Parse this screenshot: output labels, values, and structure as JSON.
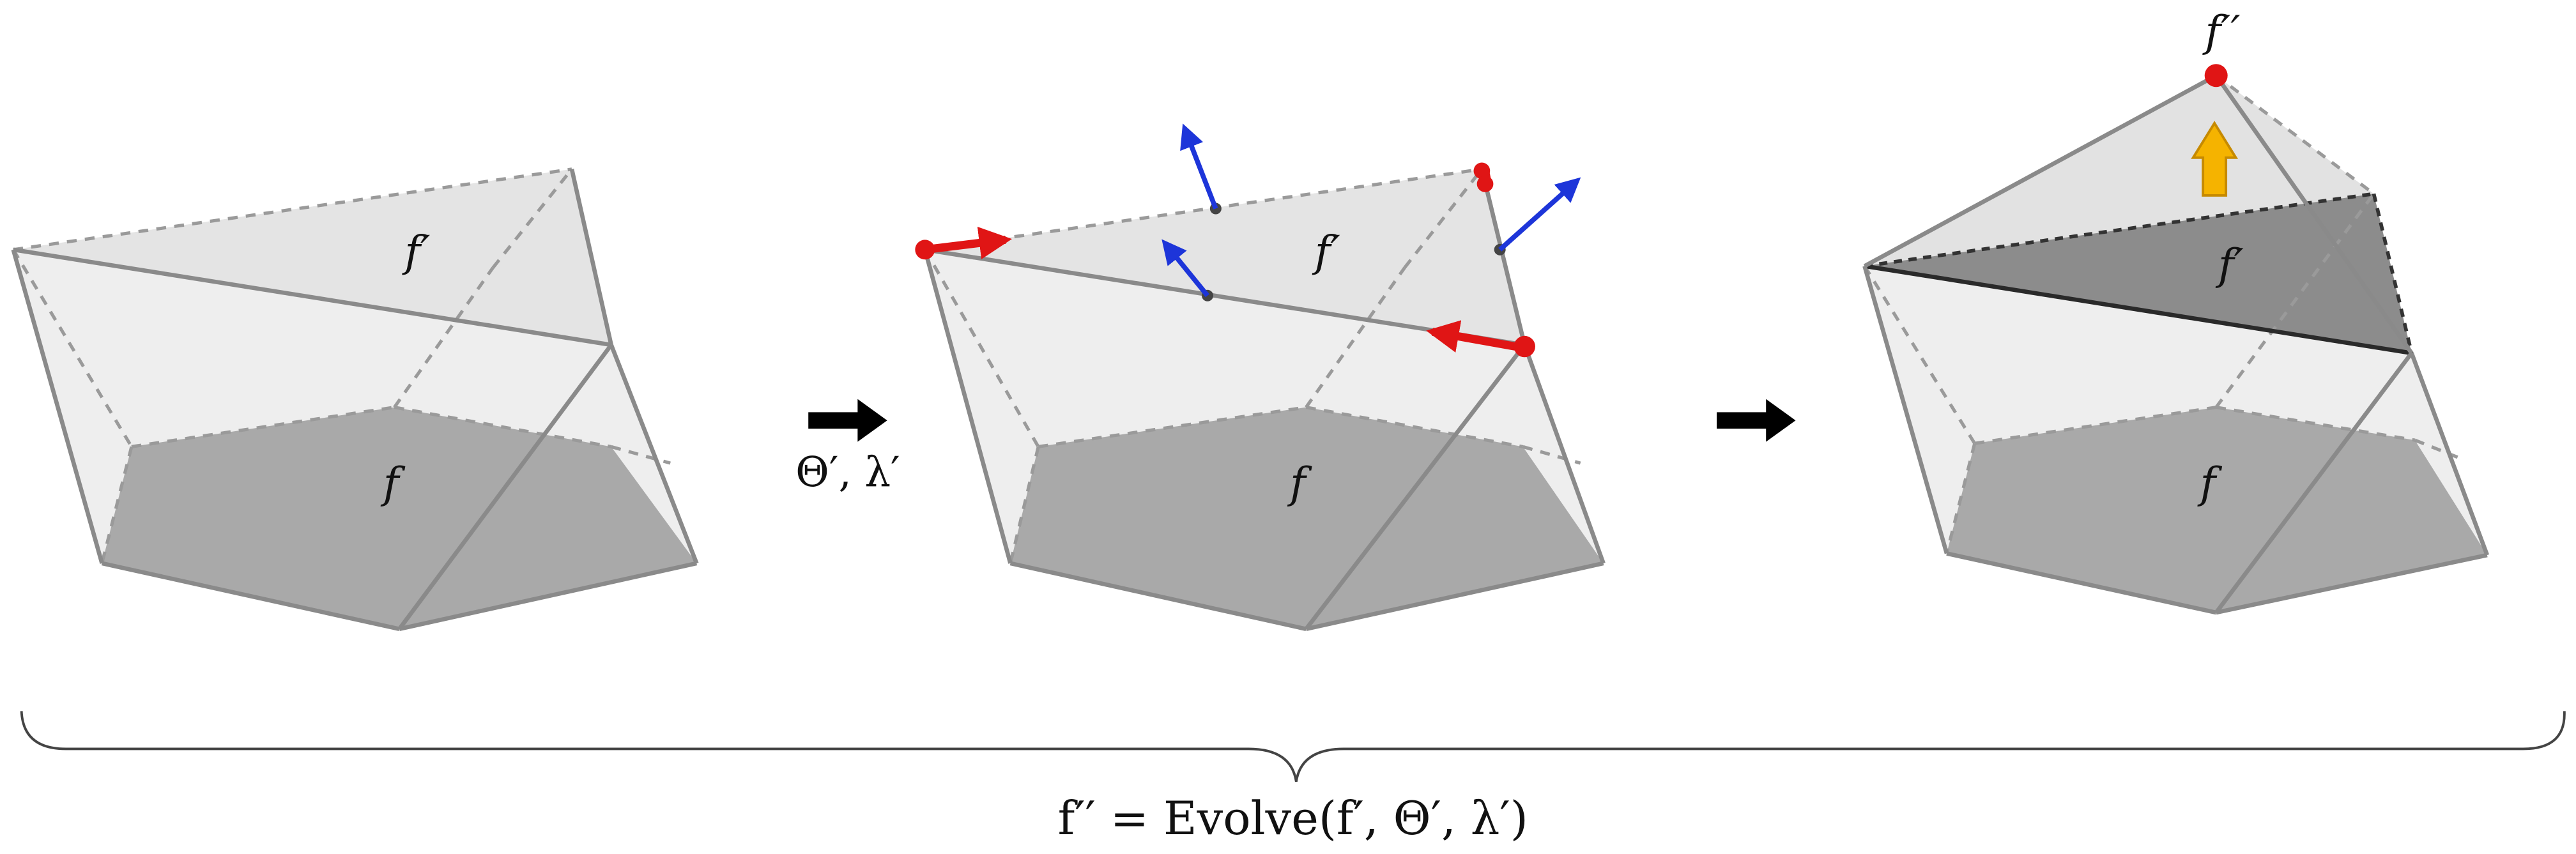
{
  "figure": {
    "panel1": {
      "top_face_label": "f′",
      "bottom_face_label": "f"
    },
    "step1": {
      "params_label": "Θ′, λ′"
    },
    "panel2": {
      "top_face_label": "f′",
      "bottom_face_label": "f"
    },
    "panel3": {
      "top_face_label": "f′",
      "bottom_face_label": "f",
      "apex_label": "f′′"
    },
    "equation": "f′′ = Evolve(f′, Θ′, λ′)"
  },
  "colors": {
    "edge": "#8a8a8a",
    "face_light": "#ebebeb",
    "face_dark": "#a9a9a9",
    "triangle_dark": "#8c8c8c",
    "red_vector": "#e01515",
    "blue_normal": "#1d35d9",
    "arrow": "#000000",
    "yellow_arrow": "#f5b300"
  },
  "icons": [
    "right-arrow-icon",
    "up-arrow-icon"
  ]
}
